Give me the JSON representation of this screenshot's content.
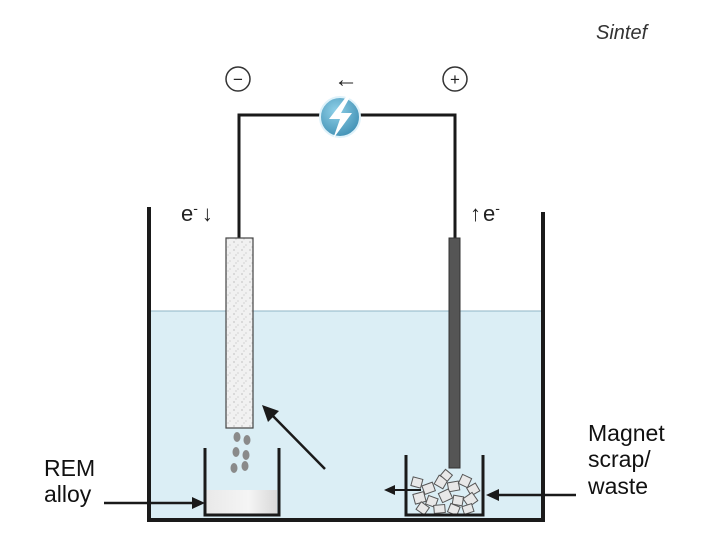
{
  "credit": "Sintef",
  "polarity": {
    "negative": "−",
    "positive": "+"
  },
  "current_arrow": "←",
  "electron_left": {
    "base": "e",
    "sup": "-",
    "arrow": "↓"
  },
  "electron_right": {
    "arrow": "↑",
    "base": "e",
    "sup": "-"
  },
  "label_left": [
    "REM",
    "alloy"
  ],
  "label_right": [
    "Magnet",
    "scrap/",
    "waste"
  ],
  "colors": {
    "electrolyte": "#dbeef5",
    "cathode_fill": "#f2f2f2",
    "anode_fill": "#555555",
    "bolt_circle": "#5aa8c8",
    "line": "#1a1a1a"
  },
  "icons": {
    "power_source": "lightning-bolt-icon"
  }
}
